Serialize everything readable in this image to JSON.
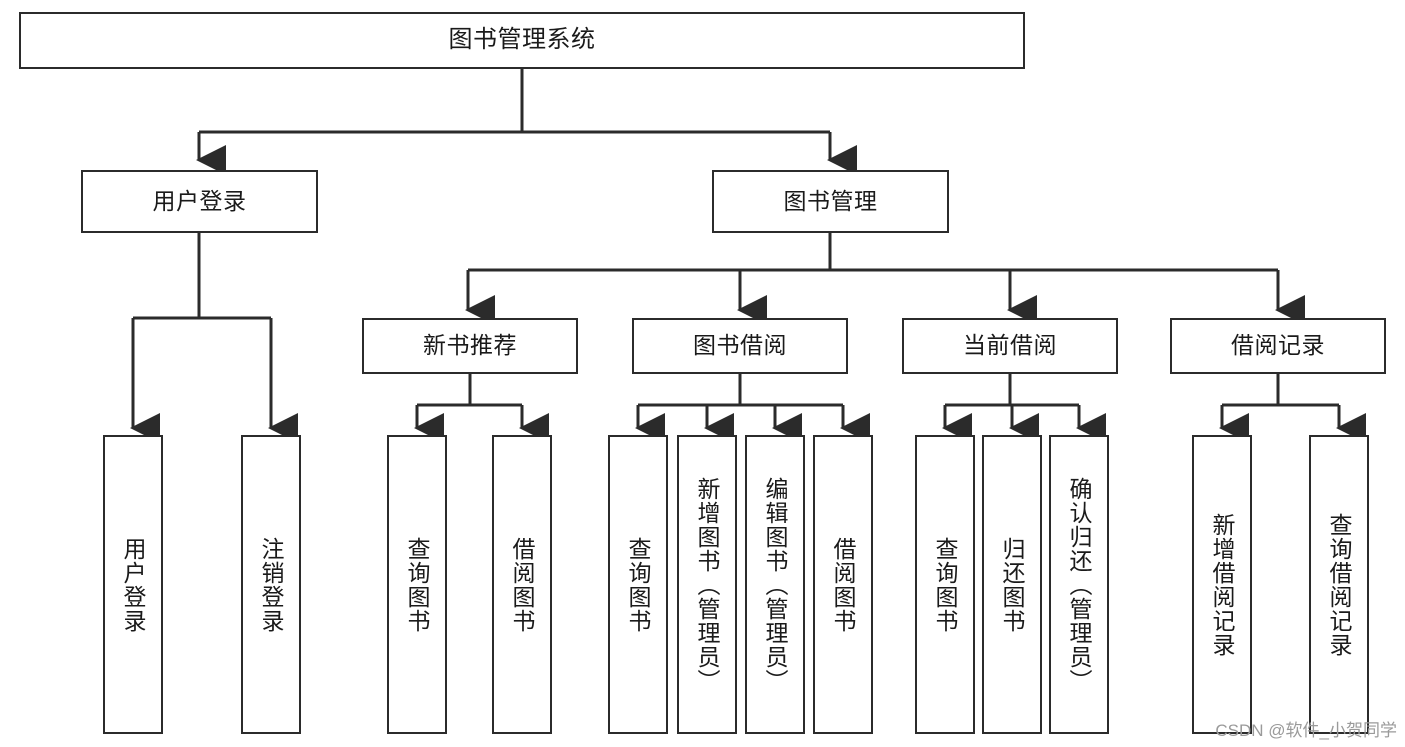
{
  "diagram": {
    "type": "tree",
    "title": "图书管理系统",
    "watermark": "CSDN @软件_小贺同学",
    "colors": {
      "box_border": "#2b2b2b",
      "box_fill": "#ffffff",
      "link": "#2b2b2b",
      "text": "#1a1a1a",
      "watermark": "#9a9a9a",
      "background": "#ffffff"
    },
    "nodes": {
      "root": {
        "label": "图书管理系统"
      },
      "level2": [
        {
          "label": "用户登录"
        },
        {
          "label": "图书管理"
        }
      ],
      "level3": [
        {
          "label": "新书推荐"
        },
        {
          "label": "图书借阅"
        },
        {
          "label": "当前借阅"
        },
        {
          "label": "借阅记录"
        }
      ],
      "leaves_user_login": [
        {
          "label": "用户登录"
        },
        {
          "label": "注销登录"
        }
      ],
      "leaves_new_book": [
        {
          "label": "查询图书"
        },
        {
          "label": "借阅图书"
        }
      ],
      "leaves_borrow": [
        {
          "label": "查询图书"
        },
        {
          "label": "新增图书（管理员）"
        },
        {
          "label": "编辑图书（管理员）"
        },
        {
          "label": "借阅图书"
        }
      ],
      "leaves_current": [
        {
          "label": "查询图书"
        },
        {
          "label": "归还图书"
        },
        {
          "label": "确认归还（管理员）"
        }
      ],
      "leaves_records": [
        {
          "label": "新增借阅记录"
        },
        {
          "label": "查询借阅记录"
        }
      ]
    }
  }
}
